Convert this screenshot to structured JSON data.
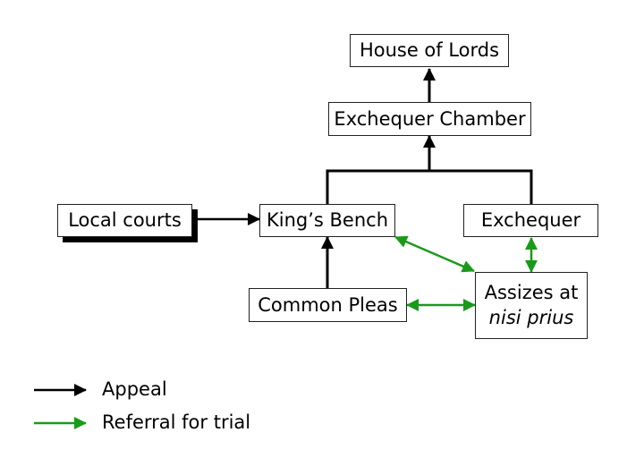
{
  "nodes": {
    "house_of_lords": "House of Lords",
    "exchequer_chamber": "Exchequer Chamber",
    "local_courts": "Local courts",
    "kings_bench": "King’s Bench",
    "exchequer": "Exchequer",
    "common_pleas": "Common Pleas",
    "assizes_line1": "Assizes at",
    "assizes_line2": "nisi prius"
  },
  "edges": [
    {
      "from": "exchequer_chamber",
      "to": "house_of_lords",
      "type": "appeal"
    },
    {
      "from": "kings_bench",
      "to": "exchequer_chamber",
      "type": "appeal"
    },
    {
      "from": "exchequer",
      "to": "exchequer_chamber",
      "type": "appeal"
    },
    {
      "from": "local_courts",
      "to": "kings_bench",
      "type": "appeal"
    },
    {
      "from": "common_pleas",
      "to": "kings_bench",
      "type": "appeal"
    },
    {
      "from": "kings_bench",
      "to": "assizes",
      "type": "referral",
      "bidirectional": true
    },
    {
      "from": "exchequer",
      "to": "assizes",
      "type": "referral",
      "bidirectional": true
    },
    {
      "from": "common_pleas",
      "to": "assizes",
      "type": "referral",
      "bidirectional": true
    }
  ],
  "legend": {
    "appeal": "Appeal",
    "referral": "Referral for trial"
  },
  "colors": {
    "appeal": "#000000",
    "referral": "#1a9a1a"
  }
}
